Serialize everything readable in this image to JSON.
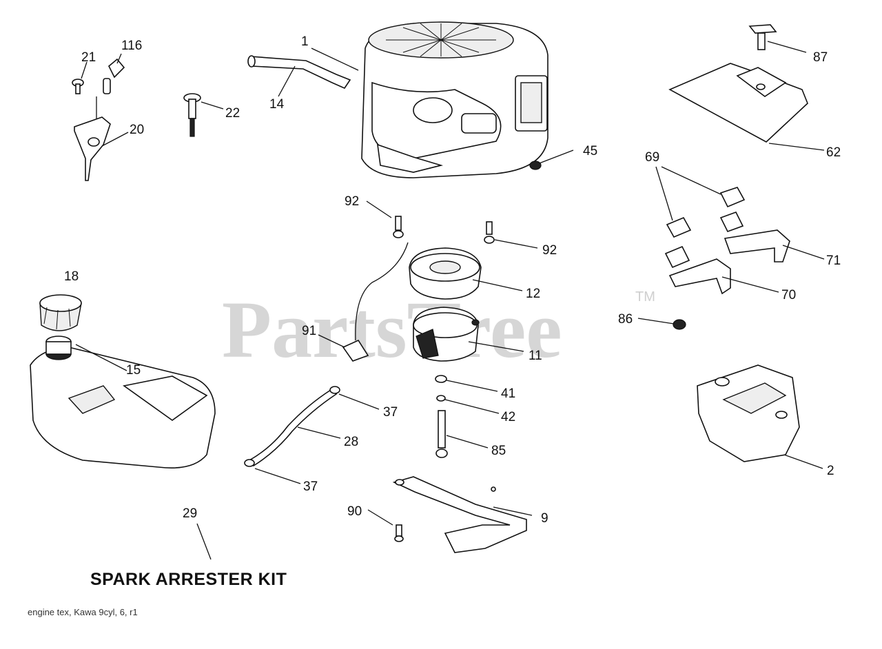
{
  "watermark": {
    "text": "PartsTree",
    "tm": "TM"
  },
  "kit_label": "SPARK ARRESTER KIT",
  "footer_code": "engine tex, Kawa 9cyl, 6, r1",
  "callouts": [
    {
      "id": "1",
      "label": "1"
    },
    {
      "id": "116",
      "label": "116"
    },
    {
      "id": "21",
      "label": "21"
    },
    {
      "id": "87",
      "label": "87"
    },
    {
      "id": "14",
      "label": "14"
    },
    {
      "id": "22",
      "label": "22"
    },
    {
      "id": "20",
      "label": "20"
    },
    {
      "id": "62",
      "label": "62"
    },
    {
      "id": "45",
      "label": "45"
    },
    {
      "id": "69",
      "label": "69"
    },
    {
      "id": "92a",
      "label": "92"
    },
    {
      "id": "92b",
      "label": "92"
    },
    {
      "id": "71",
      "label": "71"
    },
    {
      "id": "18",
      "label": "18"
    },
    {
      "id": "12",
      "label": "12"
    },
    {
      "id": "70",
      "label": "70"
    },
    {
      "id": "86",
      "label": "86"
    },
    {
      "id": "91",
      "label": "91"
    },
    {
      "id": "11",
      "label": "11"
    },
    {
      "id": "15",
      "label": "15"
    },
    {
      "id": "41",
      "label": "41"
    },
    {
      "id": "37a",
      "label": "37"
    },
    {
      "id": "42",
      "label": "42"
    },
    {
      "id": "28",
      "label": "28"
    },
    {
      "id": "85",
      "label": "85"
    },
    {
      "id": "2",
      "label": "2"
    },
    {
      "id": "37b",
      "label": "37"
    },
    {
      "id": "29",
      "label": "29"
    },
    {
      "id": "90",
      "label": "90"
    },
    {
      "id": "9",
      "label": "9"
    }
  ]
}
